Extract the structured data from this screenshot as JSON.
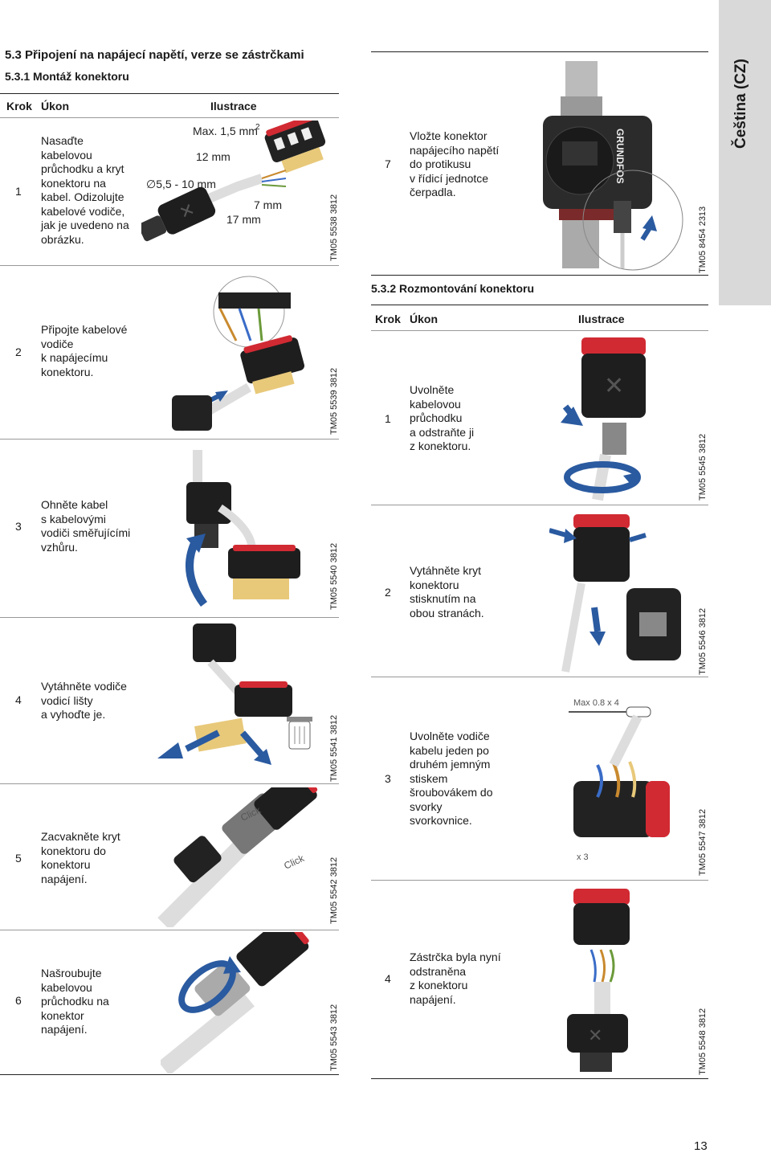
{
  "section_title": "5.3 Připojení na napájecí napětí, verze se zástrčkami",
  "subsection_mount": "5.3.1 Montáž konektoru",
  "subsection_dismount": "5.3.2 Rozmontování konektoru",
  "language_tab": "Čeština (CZ)",
  "table_headers": {
    "step": "Krok",
    "action": "Úkon",
    "illustration": "Ilustrace"
  },
  "mount_steps": [
    {
      "step": "1",
      "text": "Nasaďte\nkabelovou\nprůchodku a kryt\nkonektoru na\nkabel. Odizolujte\nkabelové vodiče,\njak je uvedeno na\nobrázku.",
      "tm": "TM05 5538 3812"
    },
    {
      "step": "2",
      "text": "Připojte kabelové\nvodiče\nk napájecímu\nkonektoru.",
      "tm": "TM05 5539 3812"
    },
    {
      "step": "3",
      "text": "Ohněte kabel\ns kabelovými\nvodiči směřujícími\nvzhůru.",
      "tm": "TM05 5540 3812"
    },
    {
      "step": "4",
      "text": "Vytáhněte vodiče\nvodicí lišty\na vyhoďte je.",
      "tm": "TM05 5541 3812"
    },
    {
      "step": "5",
      "text": "Zacvakněte kryt\nkonektoru do\nkonektoru\nnapájení.",
      "tm": "TM05 5542 3812"
    },
    {
      "step": "6",
      "text": "Našroubujte\nkabelovou\nprůchodku na\nkonektor\nnapájení.",
      "tm": "TM05 5543 3812"
    },
    {
      "step": "7",
      "text": "Vložte konektor\nnapájecího napětí\ndo protikusu\nv řídicí jednotce\nčerpadla.",
      "tm": "TM05 8454 2313"
    }
  ],
  "dismount_steps": [
    {
      "step": "1",
      "text": "Uvolněte\nkabelovou\nprůchodku\na odstraňte ji\nz konektoru.",
      "tm": "TM05 5545 3812"
    },
    {
      "step": "2",
      "text": "Vytáhněte kryt\nkonektoru\nstisknutím na\nobou stranách.",
      "tm": "TM05 5546 3812"
    },
    {
      "step": "3",
      "text": "Uvolněte vodiče\nkabelu jeden po\ndruhém jemným\nstiskem\nšroubovákem do\nsvorky\nsvorkovnice.",
      "tm": "TM05 5547 3812"
    },
    {
      "step": "4",
      "text": "Zástrčka byla nyní\nodstraněna\nz konektoru\nnapájení.",
      "tm": "TM05 5548 3812"
    }
  ],
  "fig1_labels": {
    "max": "Max. 1,5 mm",
    "sup": "2",
    "d12": "12 mm",
    "dia": "∅5,5 - 10 mm",
    "d7": "7 mm",
    "d17": "17 mm"
  },
  "fig_click": "Click",
  "fig_max08": "Max 0.8 x 4",
  "fig_x3": "x 3",
  "pump_brand": "GRUNDFOS",
  "page_number": "13",
  "colors": {
    "accent": "#d12a33",
    "arrow_blue": "#2a5aa0",
    "tab_gray": "#d9d9d9"
  }
}
